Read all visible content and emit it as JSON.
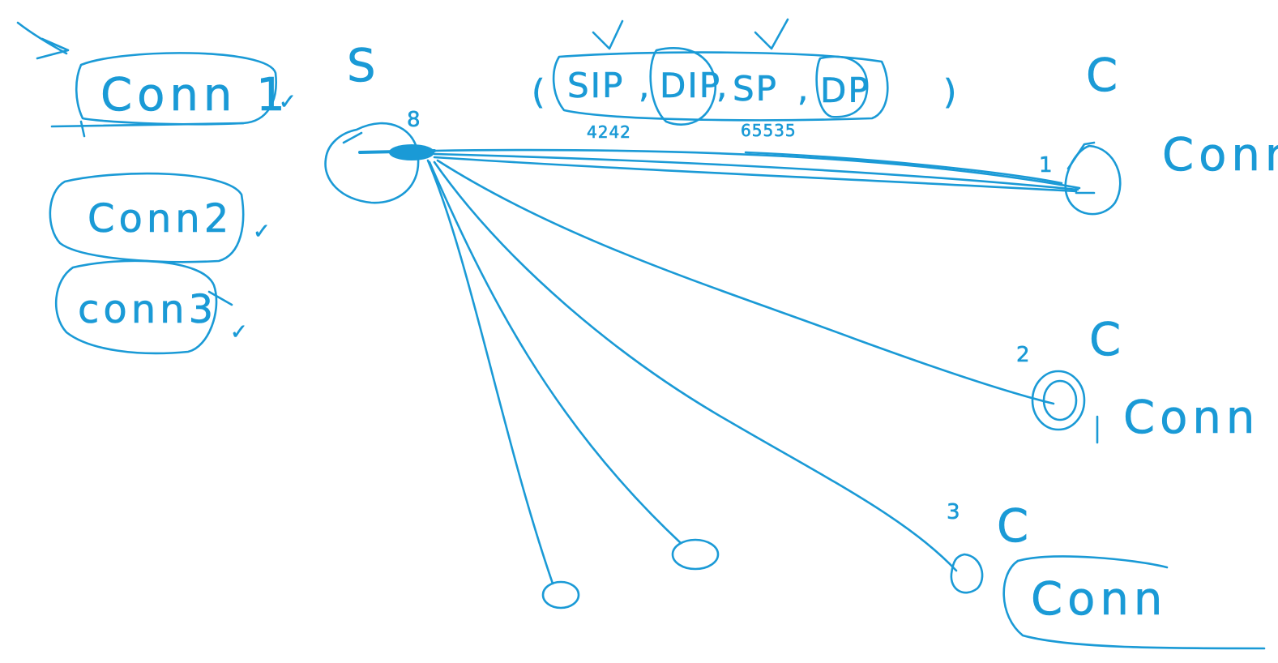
{
  "server": {
    "label": "S",
    "count": "8"
  },
  "tuple": {
    "open_paren": "(",
    "close_paren": ")",
    "sip": "SIP",
    "dip": "DIP",
    "sp": "SP",
    "dp": "DP",
    "sep1": ",",
    "sep2": ",",
    "sep3": ",",
    "sip_value": "4242",
    "sp_value": "65535"
  },
  "server_connections": [
    {
      "label": "Conn 1",
      "check": "✓"
    },
    {
      "label": "Conn2",
      "check": "✓"
    },
    {
      "label": "conn3",
      "check": "✓"
    }
  ],
  "clients": [
    {
      "number": "1",
      "label": "C",
      "conn": "Conn"
    },
    {
      "number": "2",
      "label": "C",
      "conn": "Conn"
    },
    {
      "number": "3",
      "label": "C",
      "conn": "Conn"
    }
  ],
  "ink_color": "#1a9ad6"
}
